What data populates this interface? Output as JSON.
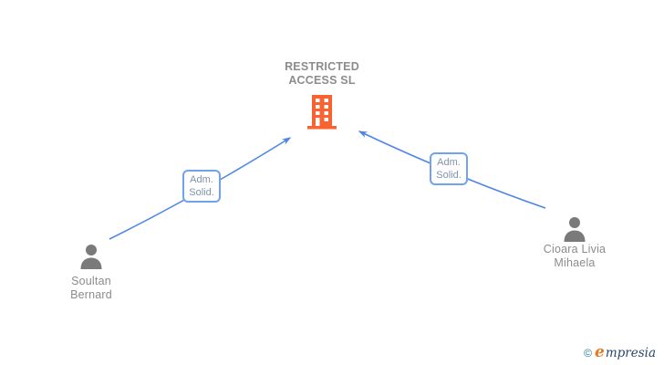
{
  "company": {
    "name": "RESTRICTED ACCESS SL",
    "lines": [
      "RESTRICTED",
      "ACCESS SL"
    ],
    "icon": "building-icon"
  },
  "people": [
    {
      "name": "Soultan Bernard",
      "lines": [
        "Soultan",
        "Bernard"
      ],
      "icon": "person-icon"
    },
    {
      "name": "Cioara Livia Mihaela",
      "lines": [
        "Cioara Livia",
        "Mihaela"
      ],
      "icon": "person-icon"
    }
  ],
  "edges": [
    {
      "from": "Soultan Bernard",
      "to": "RESTRICTED ACCESS SL",
      "label_lines": [
        "Adm.",
        "Solid."
      ]
    },
    {
      "from": "Cioara Livia Mihaela",
      "to": "RESTRICTED ACCESS SL",
      "label_lines": [
        "Adm.",
        "Solid."
      ]
    }
  ],
  "watermark": {
    "copyright": "©",
    "brand_initial": "e",
    "brand_rest": "mpresia"
  },
  "colors": {
    "building_orange": "#f96231",
    "edge_blue": "#4e86e5",
    "edge_label_border": "#6fa3ee",
    "edge_label_text": "#7e93ac",
    "node_text_gray": "#8c8c8c",
    "person_gray": "#7a7a7a",
    "brand_orange": "#e8781e",
    "brand_navy": "#27486b",
    "copyright_teal": "#2b7f8f"
  }
}
